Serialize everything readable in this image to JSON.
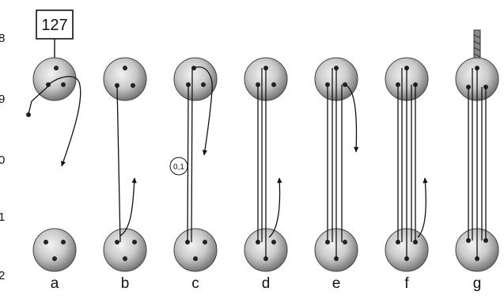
{
  "figure": {
    "callout": "127",
    "dimension_label": "0,1",
    "margin_numbers": [
      "8",
      "9",
      "0",
      "1",
      "2"
    ],
    "steps": [
      {
        "label": "a"
      },
      {
        "label": "b"
      },
      {
        "label": "c"
      },
      {
        "label": "d"
      },
      {
        "label": "e"
      },
      {
        "label": "f"
      },
      {
        "label": "g"
      }
    ]
  }
}
